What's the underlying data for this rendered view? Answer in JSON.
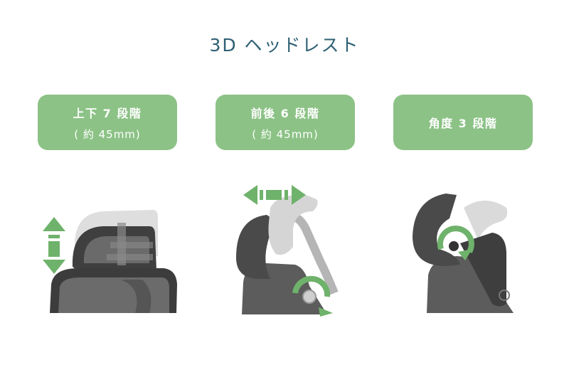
{
  "title": "3D ヘッドレスト",
  "accent_color": "#8cc286",
  "title_color": "#2e5f74",
  "features": [
    {
      "label": "上下 7 段階",
      "sub": "( 約 45mm)",
      "illustration": "vertical-adjust-headrest"
    },
    {
      "label": "前後 6 段階",
      "sub": "( 約 45mm)",
      "illustration": "forward-backward-adjust-headrest"
    },
    {
      "label": "角度 3 段階",
      "sub": "",
      "illustration": "angle-adjust-headrest"
    }
  ]
}
